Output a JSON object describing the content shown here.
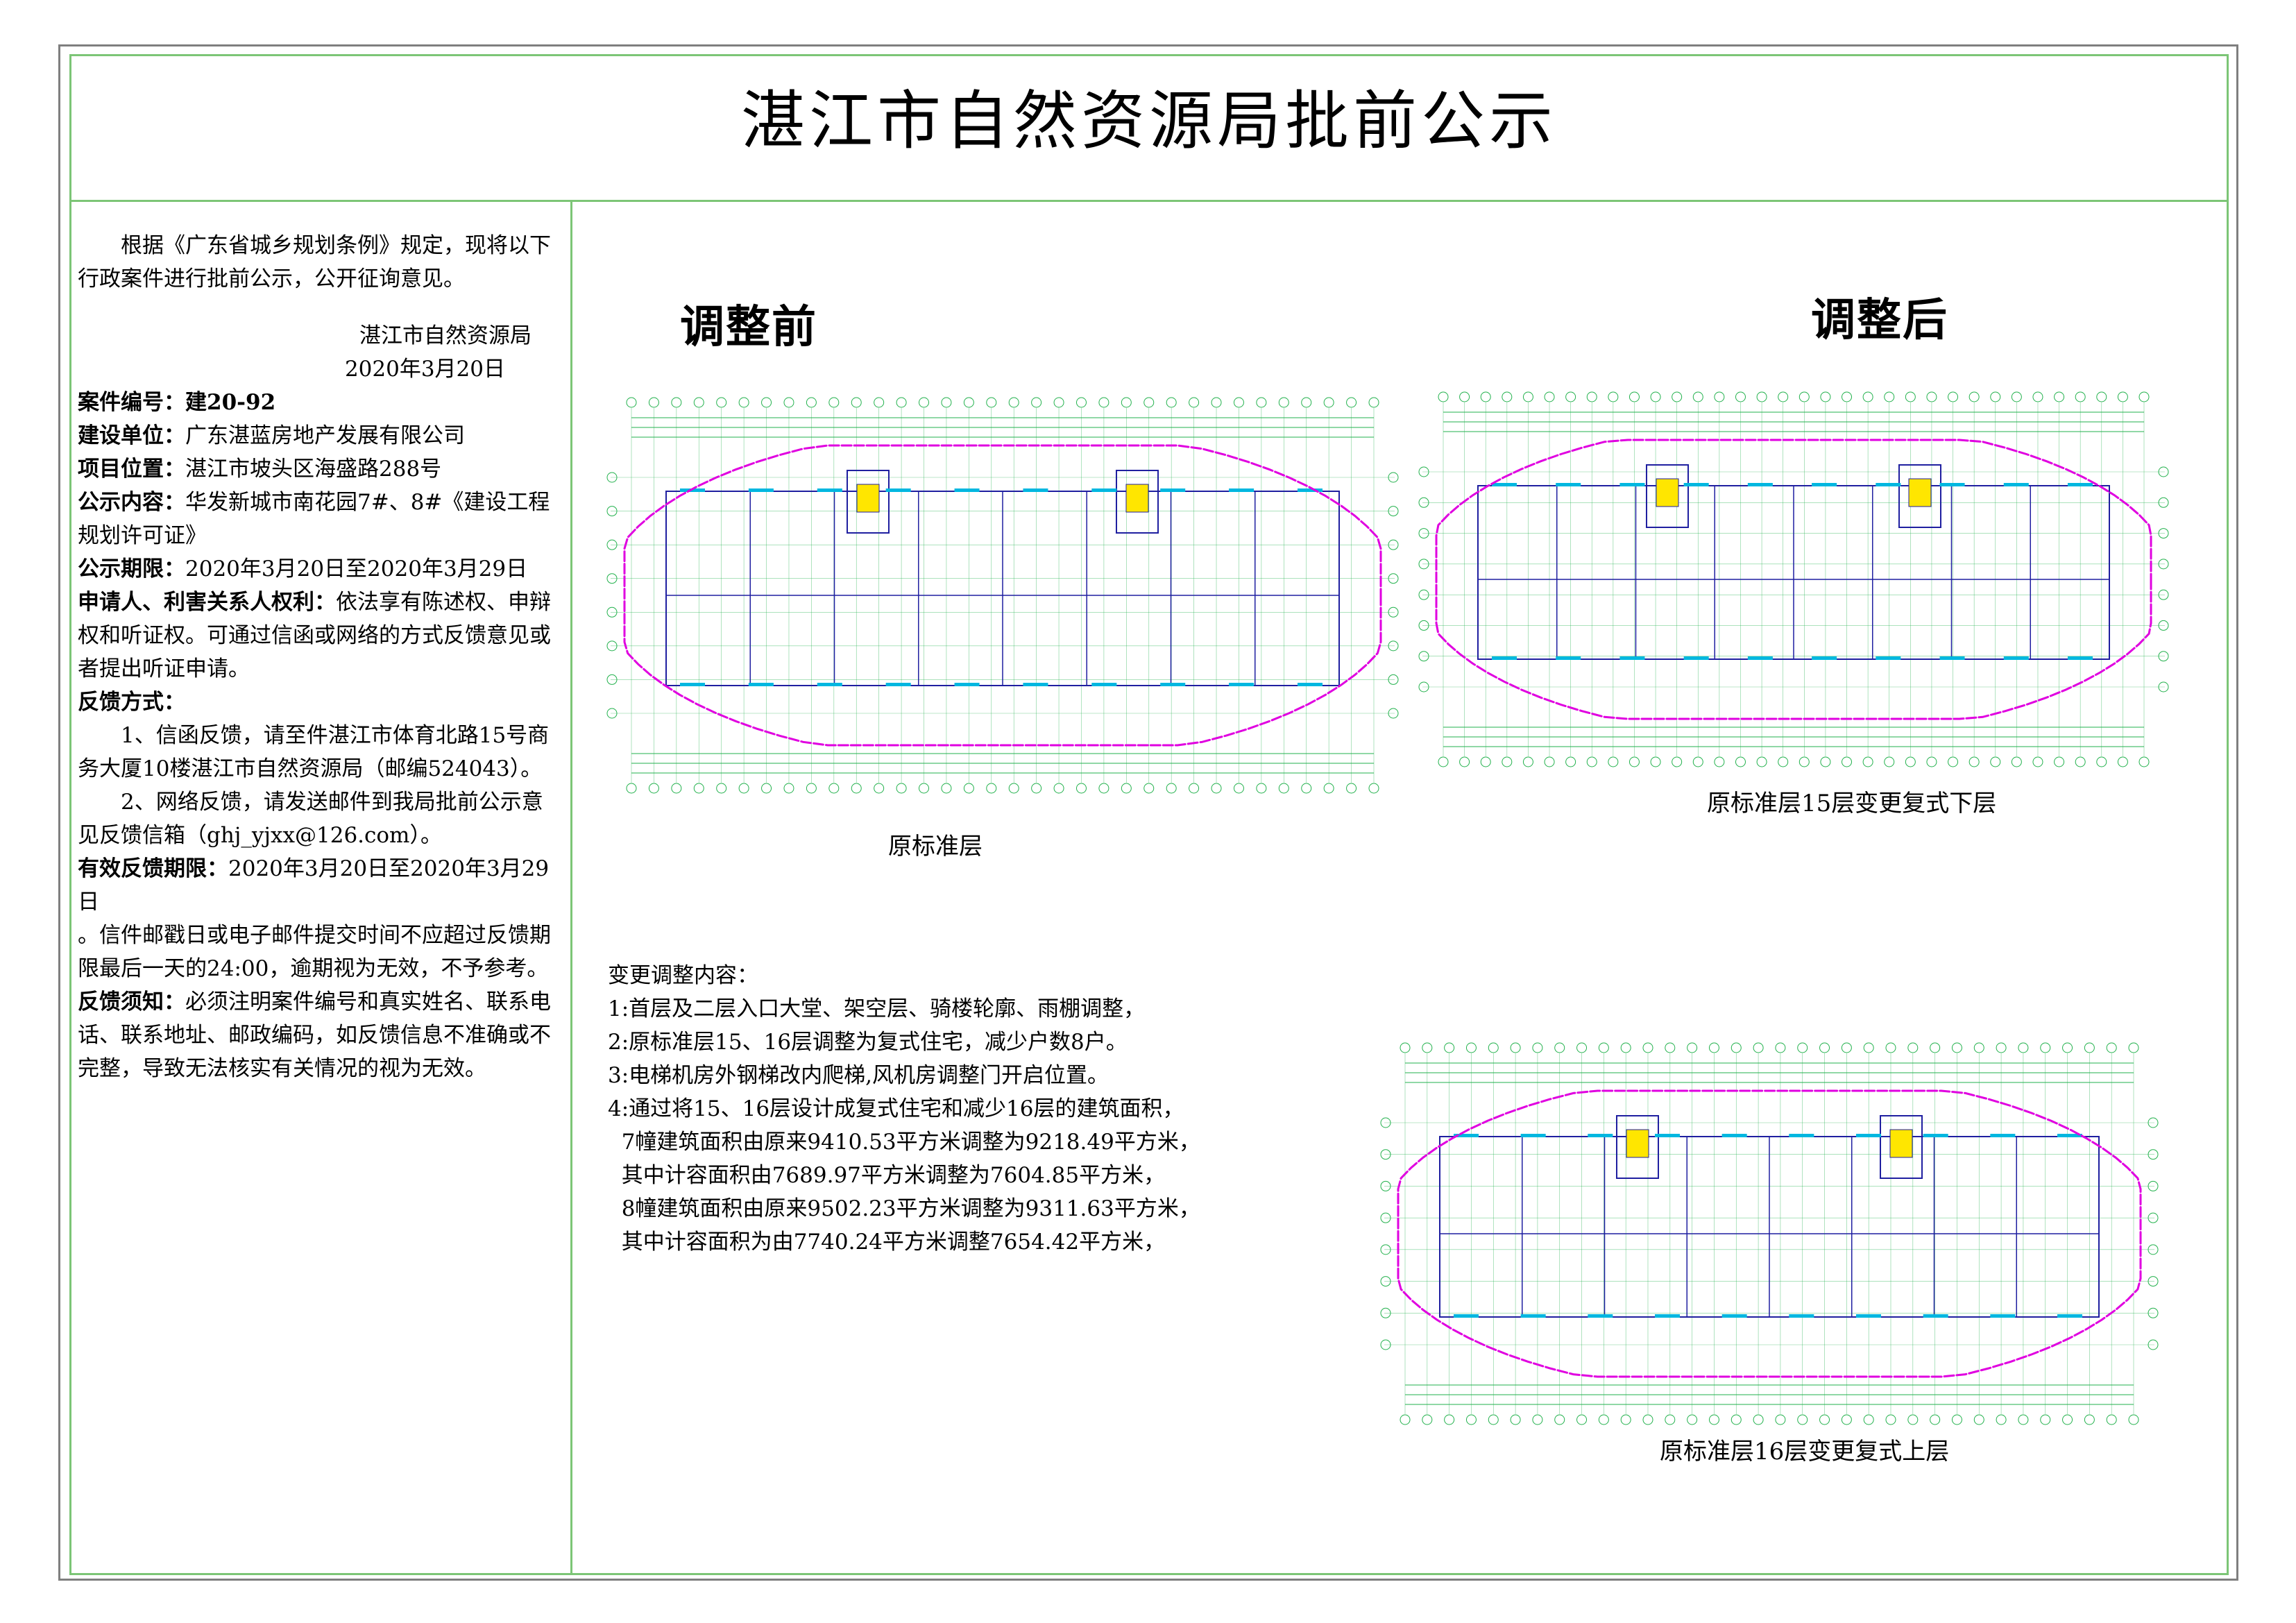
{
  "title": "湛江市自然资源局批前公示",
  "notice": {
    "intro": "根据《广东省城乡规划条例》规定，现将以下行政案件进行批前公示，公开征询意见。",
    "issuer": "湛江市自然资源局",
    "issue_date": "2020年3月20日",
    "case_no_label": "案件编号：",
    "case_no": "建20-92",
    "unit_label": "建设单位：",
    "unit": "广东湛蓝房地产发展有限公司",
    "location_label": "项目位置：",
    "location": "湛江市坡头区海盛路288号",
    "content_label": "公示内容：",
    "content": "华发新城市南花园7#、8#《建设工程规划许可证》",
    "period_label": "公示期限：",
    "period": "2020年3月20日至2020年3月29日",
    "rights_label": "申请人、利害关系人权利：",
    "rights": "依法享有陈述权、申辩权和听证权。可通过信函或网络的方式反馈意见或者提出听证申请。",
    "feedback_label": "反馈方式：",
    "feedback_1": "1、信函反馈，请至件湛江市体育北路15号商务大厦10楼湛江市自然资源局（邮编524043）。",
    "feedback_2": "2、网络反馈，请发送邮件到我局批前公示意见反馈信箱（ghj_yjxx@126.com）。",
    "valid_label": "有效反馈期限：",
    "valid": "2020年3月20日至2020年3月29日",
    "valid_note": "。信件邮戳日或电子邮件提交时间不应超过反馈期限最后一天的24:00，逾期视为无效，不予参考。",
    "must_label": "反馈须知：",
    "must": "必须注明案件编号和真实姓名、联系电话、联系地址、邮政编码，如反馈信息不准确或不完整，导致无法核实有关情况的视为无效。"
  },
  "before_label": "调整前",
  "after_label": "调整后",
  "captions": {
    "original": "原标准层",
    "floor15": "原标准层15层变更复式下层",
    "floor16": "原标准层16层变更复式上层"
  },
  "changes": {
    "heading": "变更调整内容：",
    "lines": [
      "1:首层及二层入口大堂、架空层、骑楼轮廓、雨棚调整，",
      "2:原标准层15、16层调整为复式住宅，减少户数8户。",
      "3:电梯机房外钢梯改内爬梯,风机房调整门开启位置。",
      "4:通过将15、16层设计成复式住宅和减少16层的建筑面积，",
      "  7幢建筑面积由原来9410.53平方米调整为9218.49平方米，",
      "  其中计容面积由7689.97平方米调整为7604.85平方米，",
      "  8幢建筑面积由原来9502.23平方米调整为9311.63平方米，",
      "  其中计容面积为由7740.24平方米调整7654.42平方米，"
    ]
  },
  "colors": {
    "frame": "#7f7f7f",
    "border": "#7cc576",
    "grid": "#22b14c",
    "cloud": "#e000e0",
    "walls": "#1f1fa0",
    "cyan": "#00b7e0",
    "yellow": "#ffe600"
  }
}
